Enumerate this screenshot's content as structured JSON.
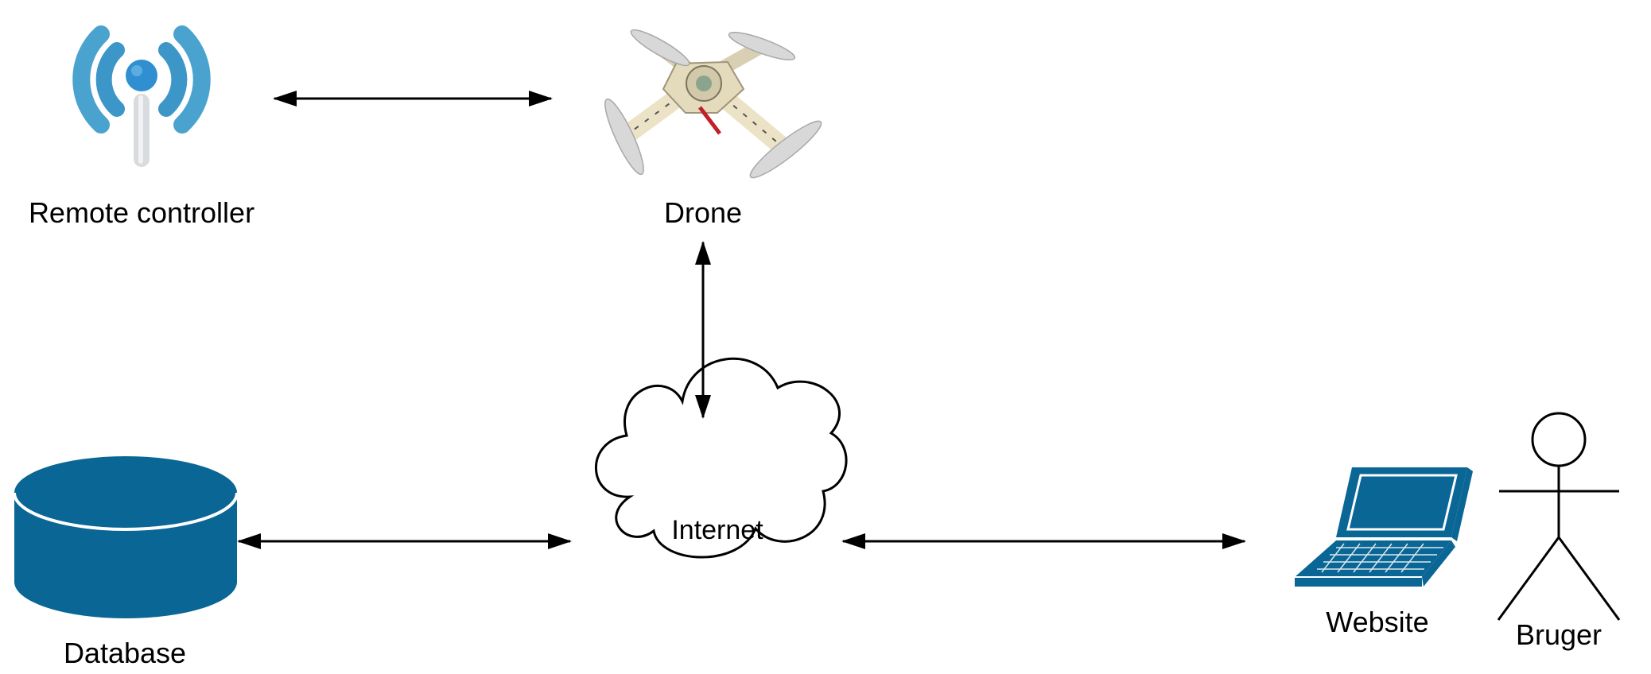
{
  "nodes": {
    "remote_controller": {
      "label": "Remote controller"
    },
    "drone": {
      "label": "Drone"
    },
    "internet": {
      "label": "Internet"
    },
    "database": {
      "label": "Database"
    },
    "website": {
      "label": "Website"
    },
    "user": {
      "label": "Bruger"
    }
  },
  "connections": [
    {
      "from": "Remote controller",
      "to": "Drone",
      "direction": "bidirectional"
    },
    {
      "from": "Drone",
      "to": "Internet",
      "direction": "bidirectional"
    },
    {
      "from": "Database",
      "to": "Internet",
      "direction": "bidirectional"
    },
    {
      "from": "Internet",
      "to": "Website",
      "direction": "bidirectional"
    }
  ],
  "colors": {
    "database": "#0a6695",
    "laptop": "#0a6695",
    "wifi_outer": "#4aa3cf",
    "wifi_inner": "#3c97c8",
    "wifi_center": "#2f8fd0",
    "antenna": "#d9dcdf",
    "drone_frame": "#ece3c7",
    "drone_propeller": "#d8d8d8"
  },
  "icons": {
    "remote_controller": "wireless-signal-icon",
    "drone": "quadcopter-drone-icon",
    "internet": "cloud-icon",
    "database": "database-cylinder-icon",
    "website": "laptop-icon",
    "user": "stick-figure-actor-icon"
  }
}
